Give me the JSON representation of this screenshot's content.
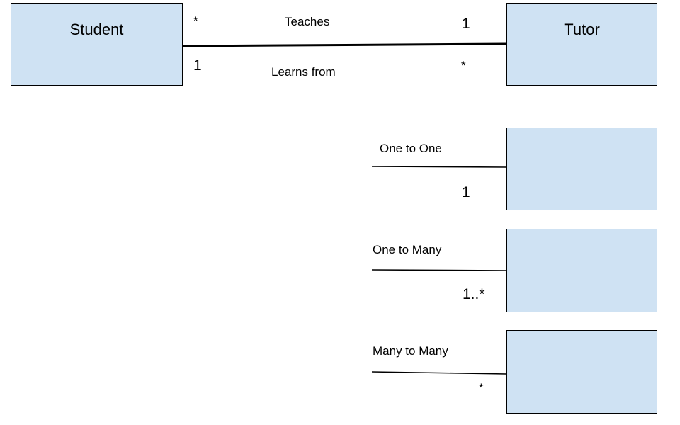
{
  "colors": {
    "box_fill": "#cfe2f3",
    "line": "#000000"
  },
  "main_association": {
    "left_class": "Student",
    "right_class": "Tutor",
    "top_label": "Teaches",
    "bottom_label": "Learns from",
    "left_top_multiplicity": "*",
    "left_bottom_multiplicity": "1",
    "right_top_multiplicity": "1",
    "right_bottom_multiplicity": "*"
  },
  "examples": [
    {
      "label": "One to One",
      "multiplicity": "1"
    },
    {
      "label": "One to Many",
      "multiplicity": "1..*"
    },
    {
      "label": "Many to Many",
      "multiplicity": "*"
    }
  ]
}
